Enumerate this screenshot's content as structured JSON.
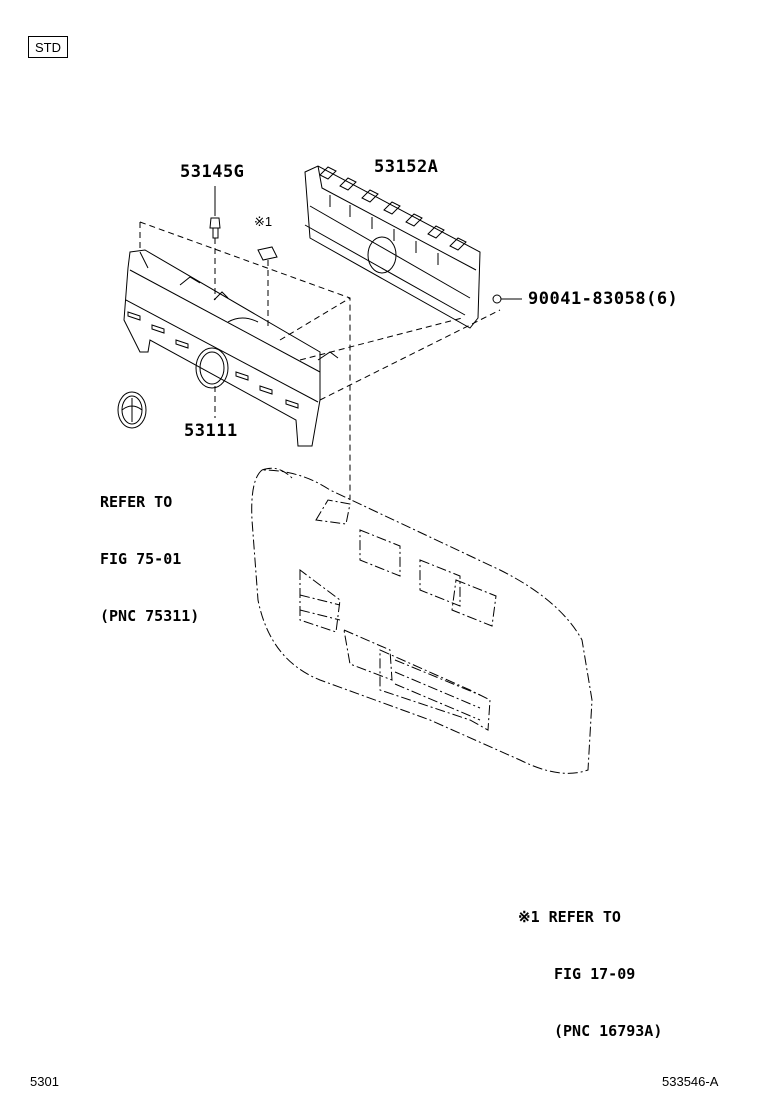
{
  "std_label": "STD",
  "labels": {
    "clip": "53145G",
    "retainer": "53152A",
    "nut": "90041-83058(6)",
    "grille": "53111"
  },
  "note_mark": "※1",
  "emblem_ref": {
    "line1": "REFER TO",
    "line2": "FIG 75-01",
    "line3": "(PNC 75311)"
  },
  "note1_ref": {
    "line1": "※1 REFER TO",
    "line2": "FIG 17-09",
    "line3": "(PNC 16793A)"
  },
  "footer": {
    "page_code": "5301",
    "illustration_code": "533546-A"
  }
}
